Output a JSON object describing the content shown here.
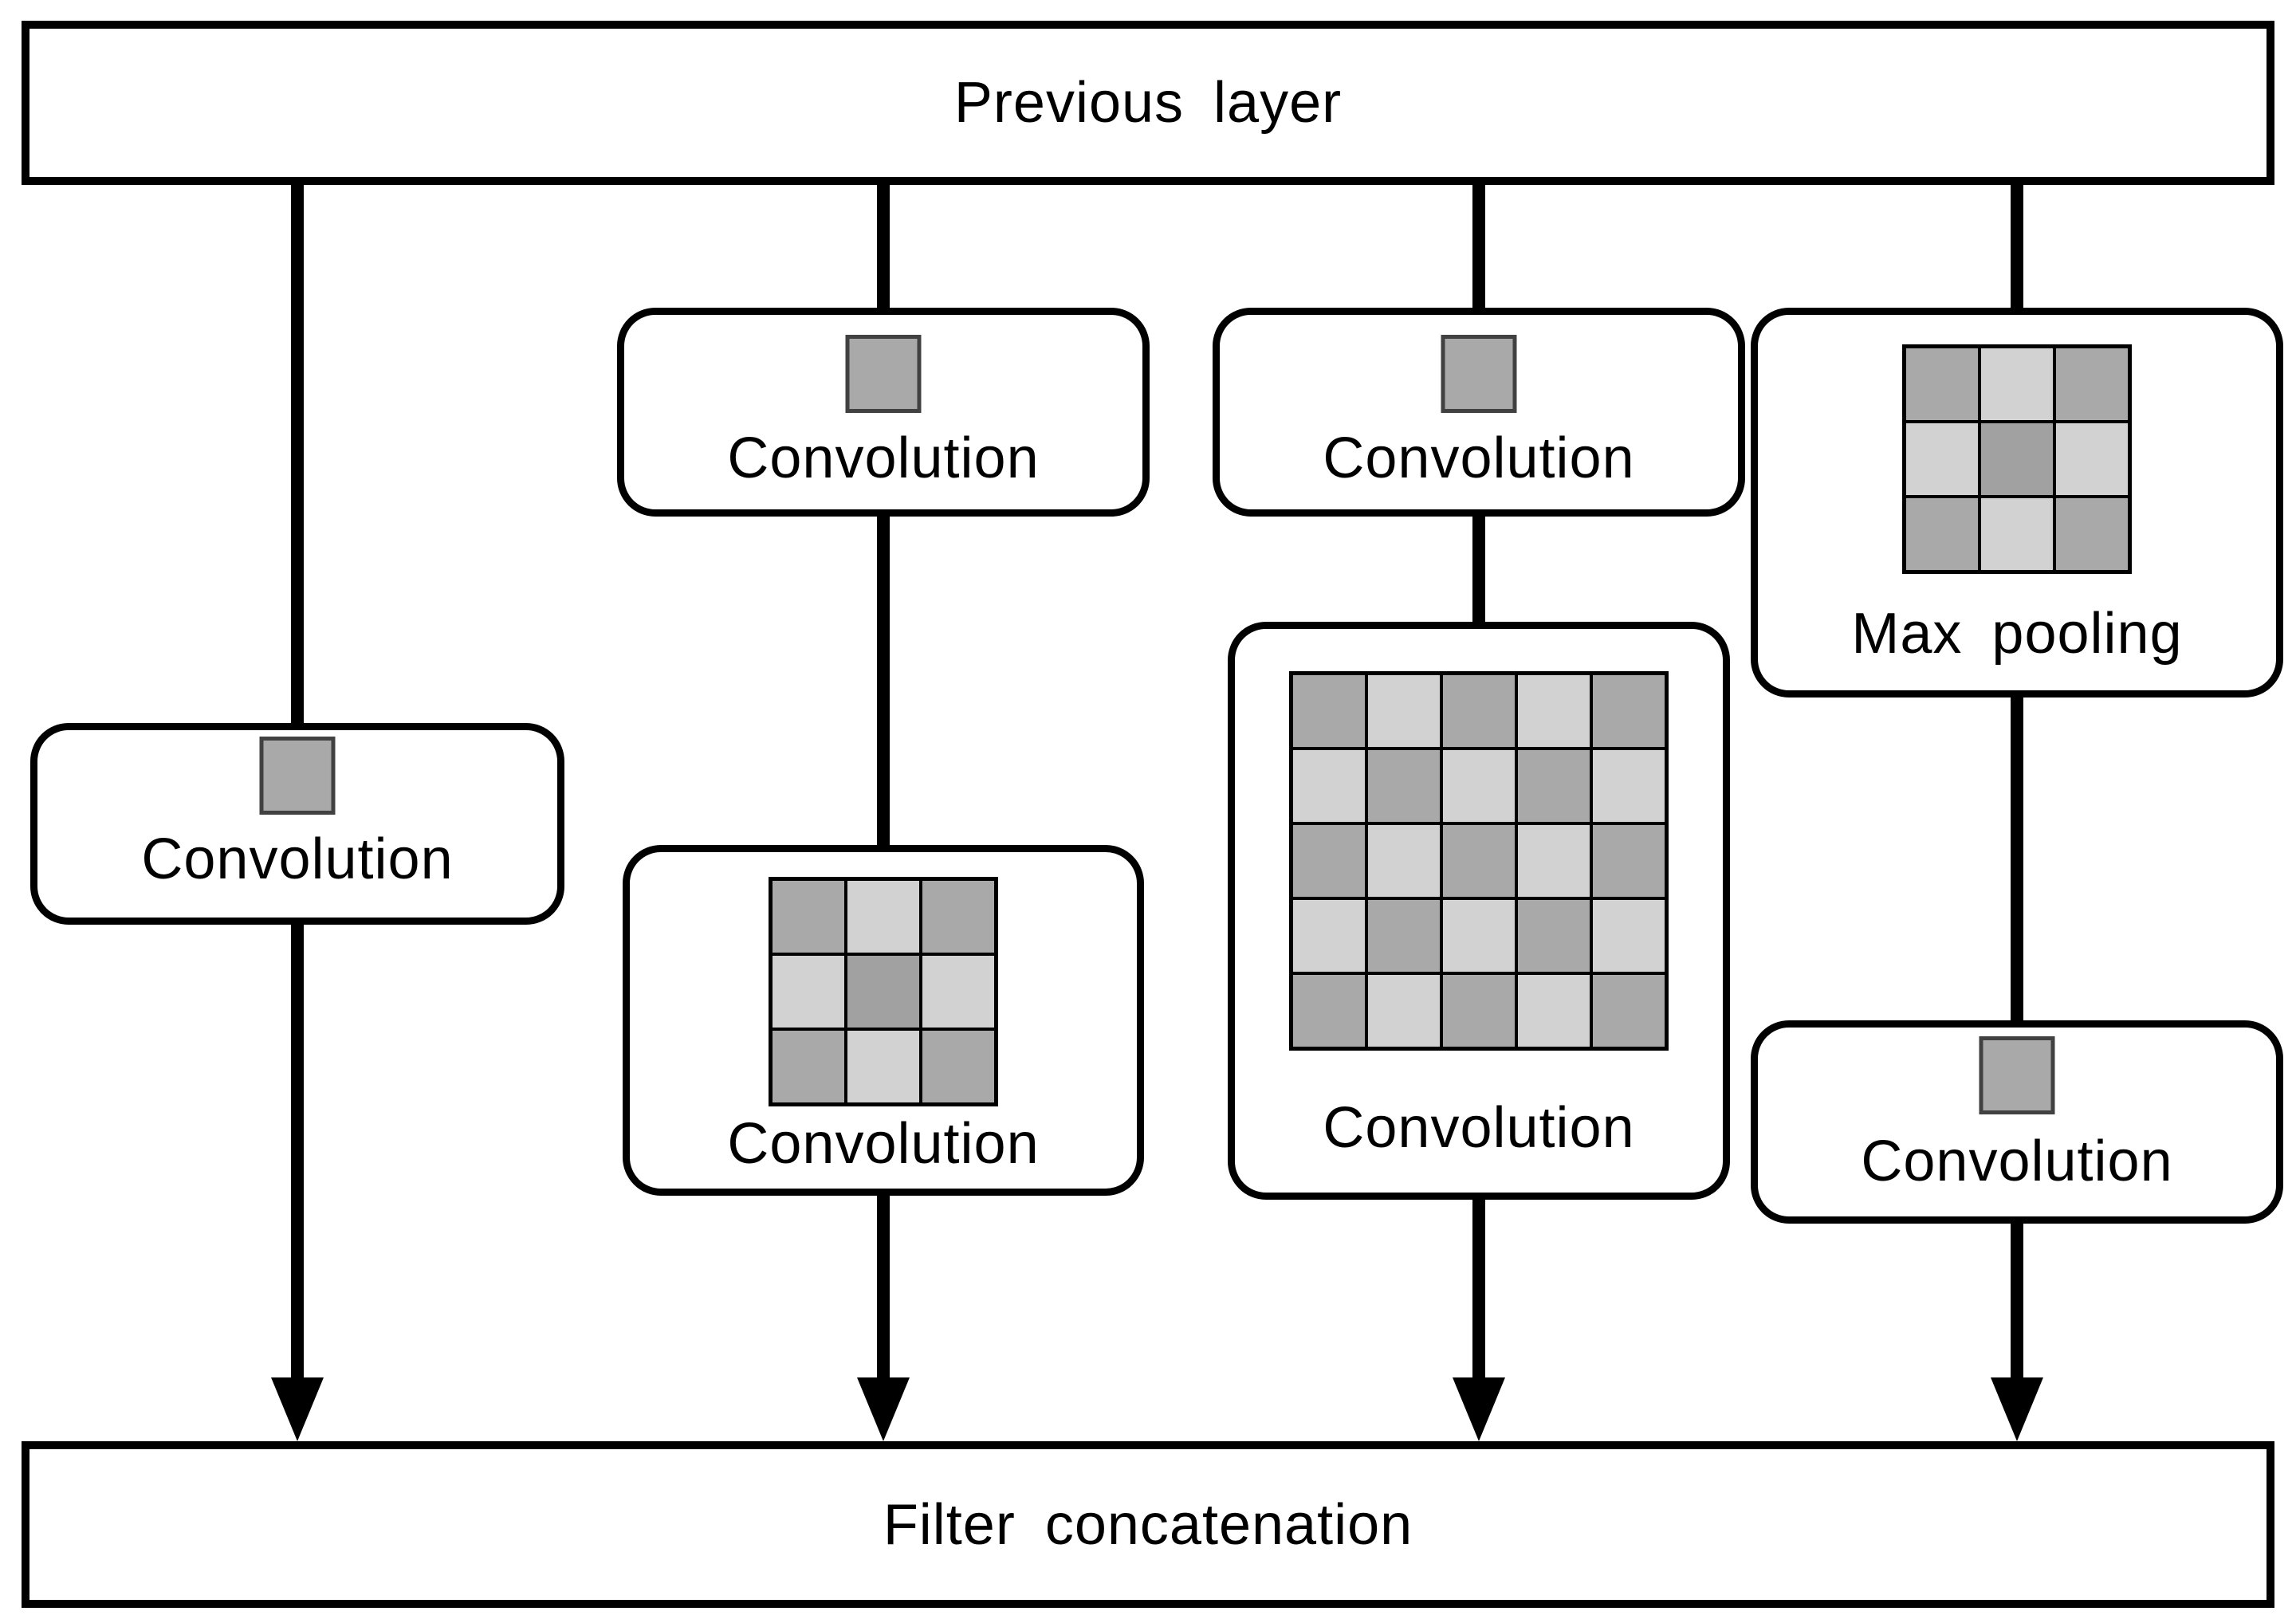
{
  "top_box": {
    "label": "Previous layer"
  },
  "bottom_box": {
    "label": "Filter concatenation"
  },
  "branches": [
    {
      "boxes": [
        {
          "label": "Convolution",
          "kernel": "1x1"
        }
      ]
    },
    {
      "boxes": [
        {
          "label": "Convolution",
          "kernel": "1x1"
        },
        {
          "label": "Convolution",
          "kernel": "3x3"
        }
      ]
    },
    {
      "boxes": [
        {
          "label": "Convolution",
          "kernel": "1x1"
        },
        {
          "label": "Convolution",
          "kernel": "5x5"
        }
      ]
    },
    {
      "boxes": [
        {
          "label": "Max pooling",
          "kernel": "3x3"
        },
        {
          "label": "Convolution",
          "kernel": "1x1"
        }
      ]
    }
  ],
  "grids": {
    "k3": [
      "dld",
      "lDl",
      "dld"
    ],
    "k5": [
      "dldld",
      "ldldl",
      "dldld",
      "ldldl",
      "dldld"
    ]
  },
  "colors": {
    "background": "#ffffff",
    "line": "#000000",
    "text": "#000000",
    "cell_dark": "#a9a9a9",
    "cell_darker": "#a1a1a1",
    "cell_light": "#d2d2d2",
    "kernel_fill": "#a9a9a9",
    "kernel_border": "#414141"
  }
}
